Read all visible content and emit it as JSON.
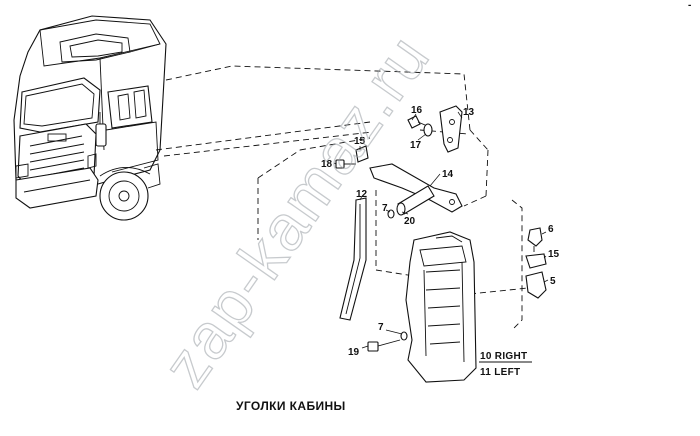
{
  "caption": "УГОЛКИ КАБИНЫ",
  "watermark": "zap-kamaz.ru",
  "top_right_mark": "-",
  "legend": {
    "right": "10 RIGHT",
    "left": "11 LEFT"
  },
  "callouts": {
    "c5": "5",
    "c6": "6",
    "c7a": "7",
    "c7b": "7",
    "c12": "12",
    "c13": "13",
    "c14": "14",
    "c15a": "15",
    "c15b": "15",
    "c16": "16",
    "c17": "17",
    "c18": "18",
    "c19": "19",
    "c20": "20"
  }
}
